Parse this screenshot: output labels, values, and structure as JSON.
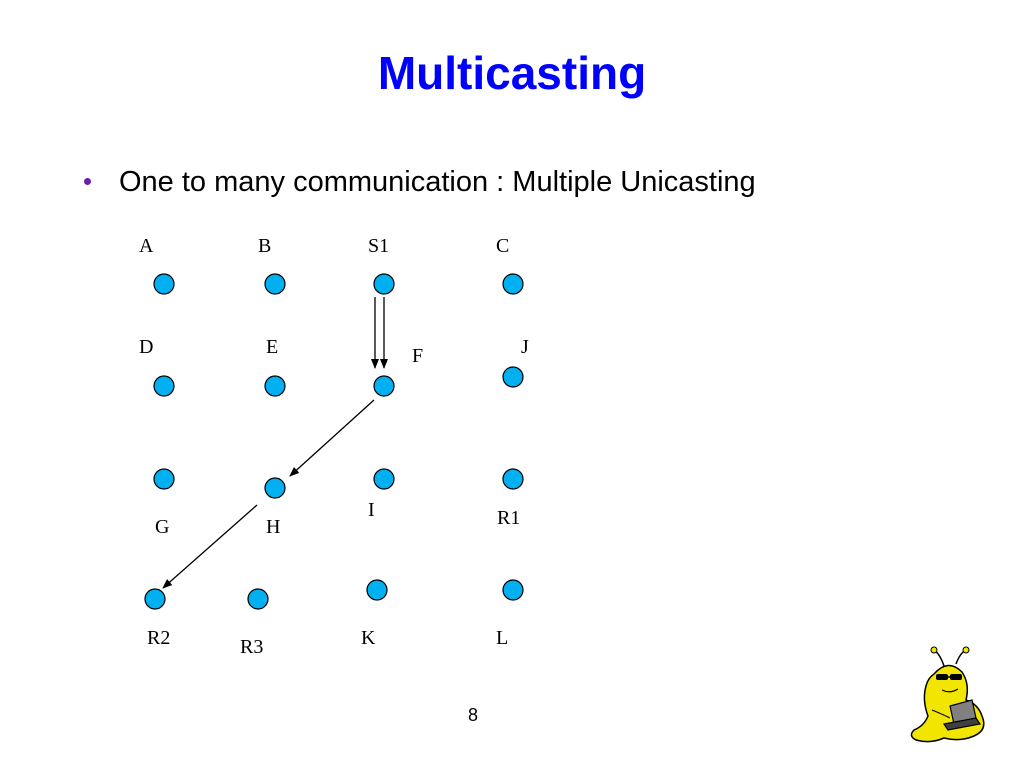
{
  "slide": {
    "title": "Multicasting",
    "bullet": "One to many communication : Multiple Unicasting",
    "page_number": "8"
  },
  "diagram": {
    "nodes": {
      "A": "A",
      "B": "B",
      "S1": "S1",
      "C": "C",
      "D": "D",
      "E": "E",
      "F": "F",
      "J": "J",
      "G": "G",
      "H": "H",
      "I": "I",
      "R1": "R1",
      "R2": "R2",
      "R3": "R3",
      "K": "K",
      "L": "L"
    },
    "node_color": "#00b0f0"
  },
  "colors": {
    "title": "#0000ff",
    "bullet_marker": "#6a1fa8"
  },
  "mascot": {
    "icon": "slug-mascot-icon"
  }
}
